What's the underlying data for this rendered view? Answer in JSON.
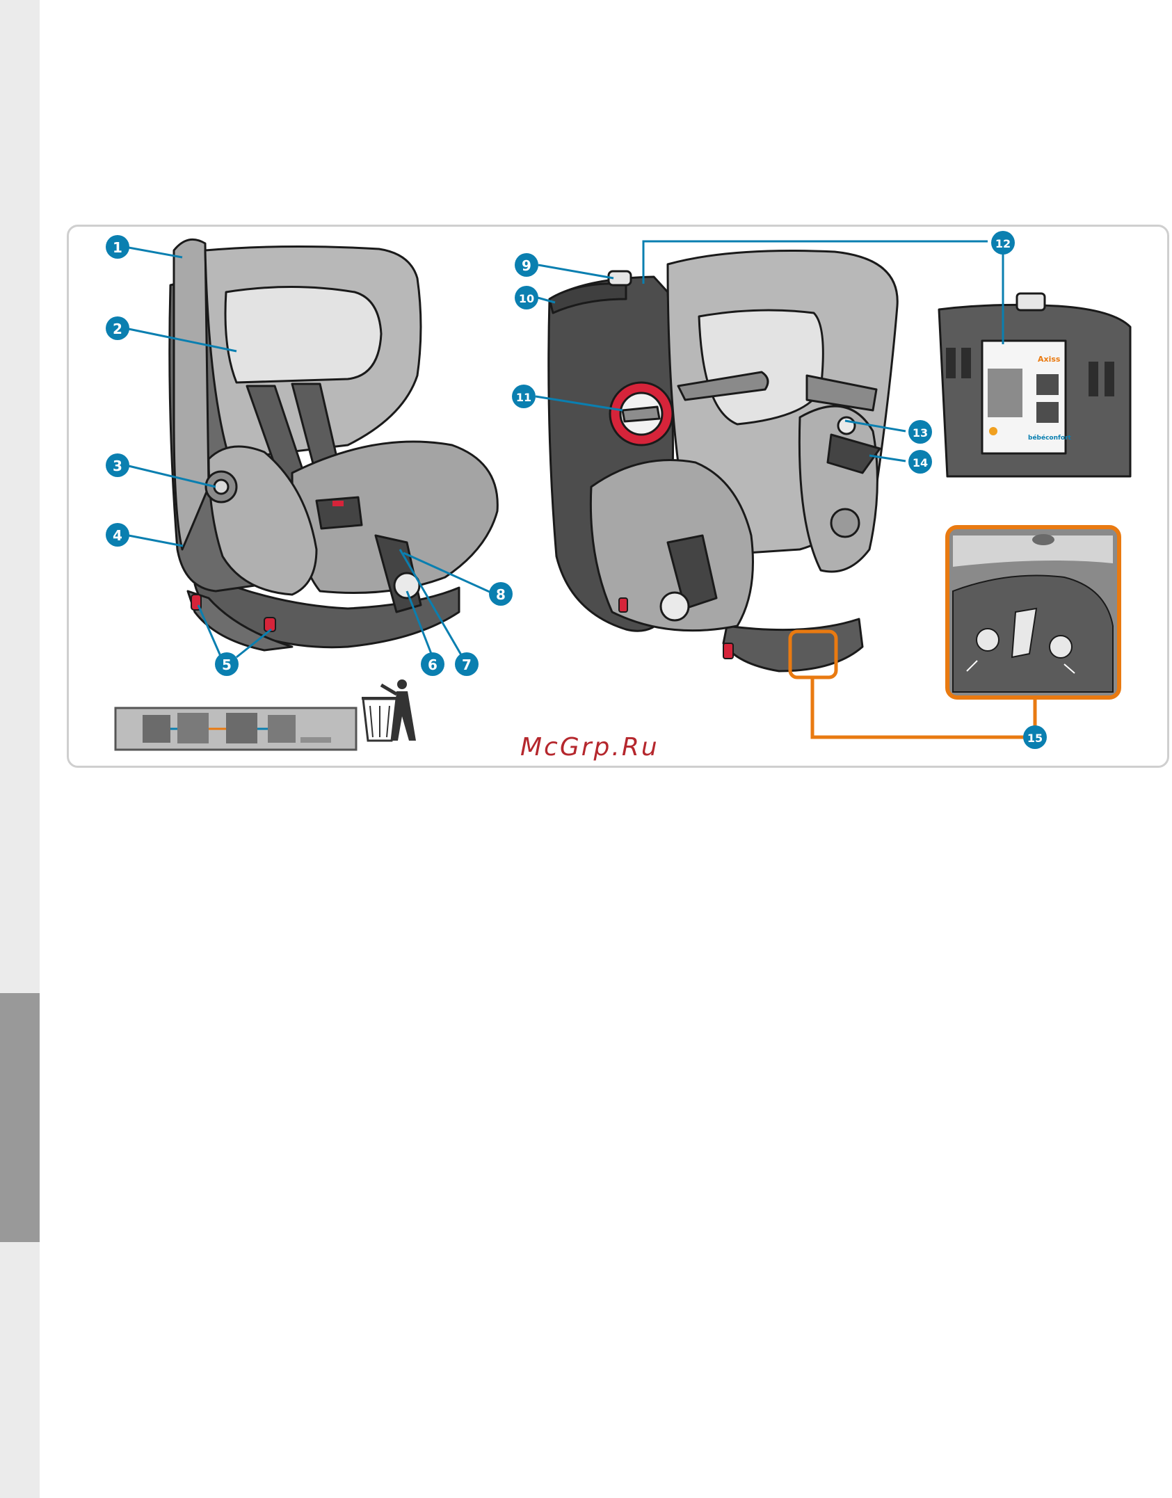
{
  "callouts": [
    "1",
    "2",
    "3",
    "4",
    "5",
    "6",
    "7",
    "8",
    "9",
    "10",
    "11",
    "12",
    "13",
    "14",
    "15"
  ],
  "label_card": {
    "brand": "Axiss",
    "maker": "bébéconfort"
  },
  "watermark": "McGrp.Ru",
  "colors": {
    "callout_blue": "#0a7fb0",
    "highlight_orange": "#e97a11",
    "red_marker": "#d6243a",
    "seat_light": "#b8b8b8",
    "seat_dark": "#5b5b5b",
    "sidebar_tab": "#999999"
  },
  "icons": [
    "trash-bin-icon",
    "recycle-figure-icon"
  ]
}
